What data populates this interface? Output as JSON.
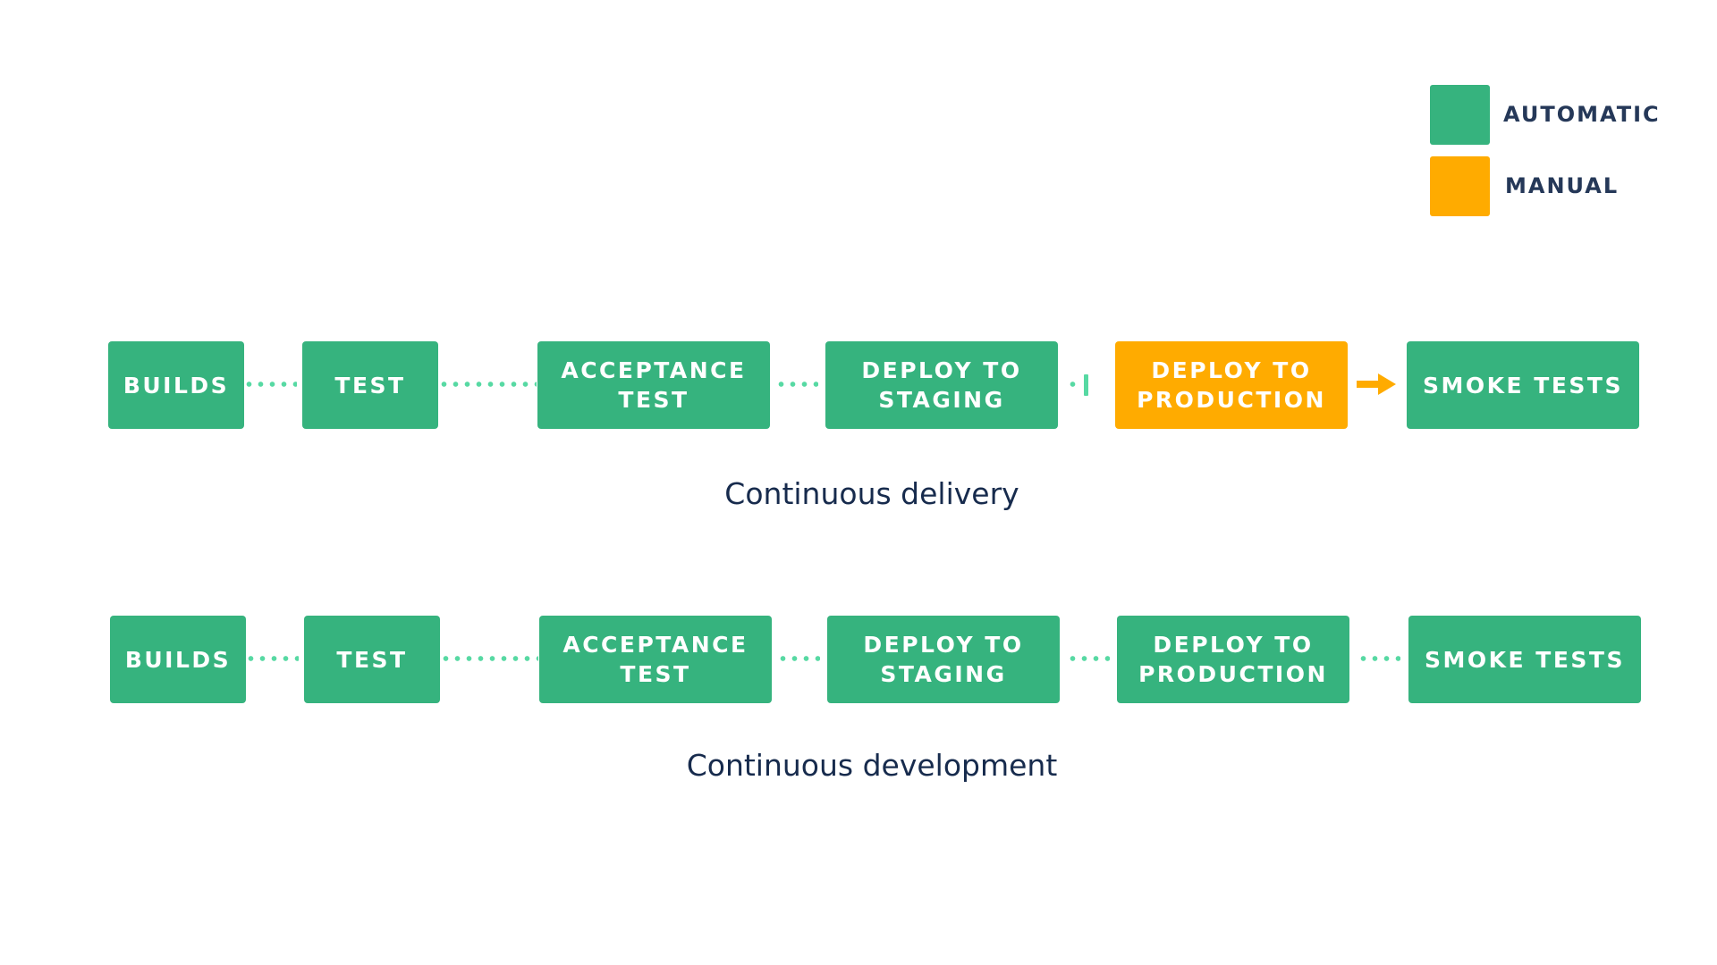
{
  "legend": {
    "automatic": {
      "label": "AUTOMATIC",
      "color": "#36b37e"
    },
    "manual": {
      "label": "MANUAL",
      "color": "#ffab00"
    }
  },
  "delivery": {
    "caption": "Continuous delivery",
    "steps": [
      {
        "label": "BUILDS",
        "mode": "automatic"
      },
      {
        "label": "TEST",
        "mode": "automatic"
      },
      {
        "label": "ACCEPTANCE\nTEST",
        "mode": "automatic"
      },
      {
        "label": "DEPLOY TO\nSTAGING",
        "mode": "automatic"
      },
      {
        "label": "DEPLOY TO\nPRODUCTION",
        "mode": "manual"
      },
      {
        "label": "SMOKE TESTS",
        "mode": "automatic"
      }
    ]
  },
  "development": {
    "caption": "Continuous development",
    "steps": [
      {
        "label": "BUILDS",
        "mode": "automatic"
      },
      {
        "label": "TEST",
        "mode": "automatic"
      },
      {
        "label": "ACCEPTANCE\nTEST",
        "mode": "automatic"
      },
      {
        "label": "DEPLOY TO\nSTAGING",
        "mode": "automatic"
      },
      {
        "label": "DEPLOY TO\nPRODUCTION",
        "mode": "automatic"
      },
      {
        "label": "SMOKE TESTS",
        "mode": "automatic"
      }
    ]
  }
}
